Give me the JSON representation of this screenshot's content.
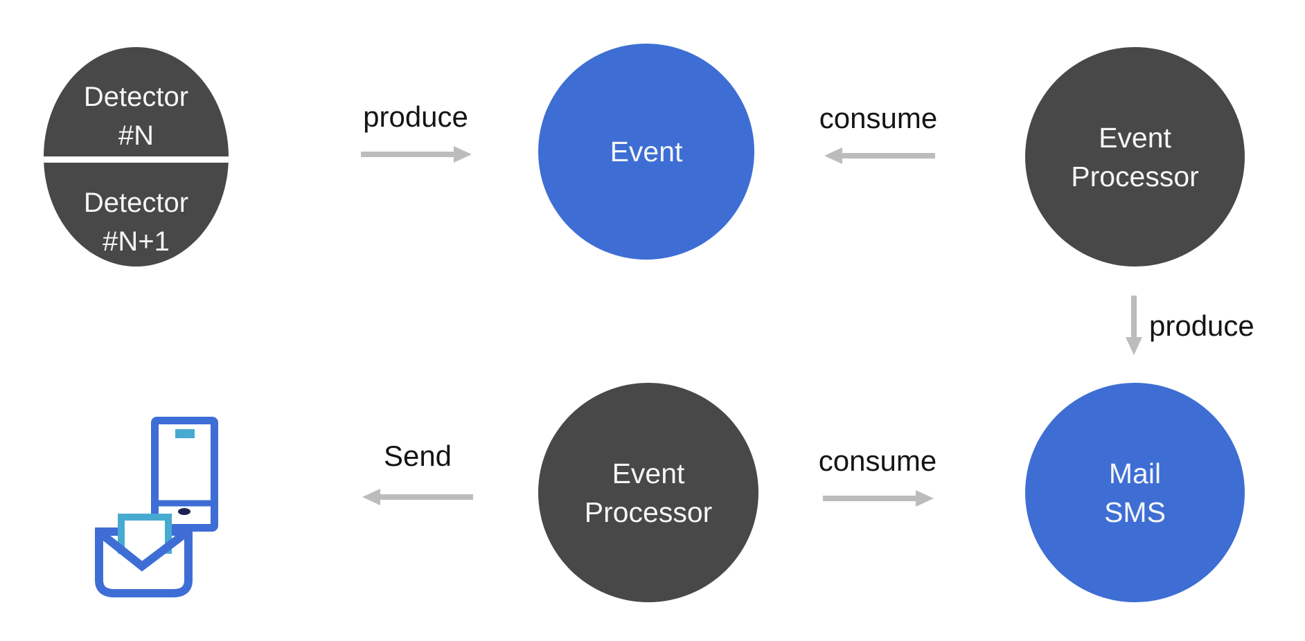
{
  "palette": {
    "background": "#ffffff",
    "node_dark": "#484848",
    "node_blue": "#3e6ed4",
    "node_text": "#f5f6f8",
    "label_text": "#141414",
    "arrow_gray": "#bcbcbc",
    "icon_blue": "#3e6ed5",
    "icon_teal": "#47aad1",
    "icon_navy": "#1c2351"
  },
  "nodes": {
    "detector": {
      "top_line1": "Detector",
      "top_line2": "#N",
      "bottom_line1": "Detector",
      "bottom_line2": "#N+1"
    },
    "event": {
      "line1": "Event"
    },
    "event_processor_top": {
      "line1": "Event",
      "line2": "Processor"
    },
    "event_processor_bottom": {
      "line1": "Event",
      "line2": "Processor"
    },
    "mail_sms": {
      "line1": "Mail",
      "line2": "SMS"
    }
  },
  "edges": {
    "produce_top": "produce",
    "consume_top": "consume",
    "produce_down": "produce",
    "send": "Send",
    "consume_bottom": "consume"
  },
  "icons": {
    "device": "phone-icon",
    "message": "envelope-letter-icon"
  }
}
